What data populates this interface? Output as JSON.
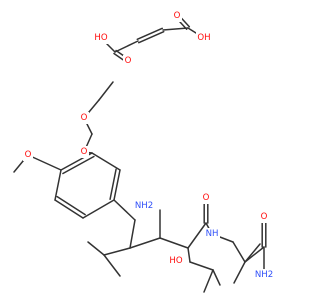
{
  "colors": {
    "bond": "#333333",
    "oxygen": "#ff0d0d",
    "nitrogen": "#3050f8",
    "background": "#ffffff"
  },
  "labels": {
    "fumaric_oh_left": "HO",
    "fumaric_o_left": "O",
    "fumaric_o_right": "O",
    "fumaric_oh_right": "OH",
    "ether_o_propyl": "O",
    "ether_o_chain": "O",
    "methoxy_o": "O",
    "amine_nh2": "NH2",
    "hydroxyl_ho": "HO",
    "amide_o": "O",
    "amide_nh": "NH",
    "terminal_o": "O",
    "terminal_nh2": "NH2"
  }
}
